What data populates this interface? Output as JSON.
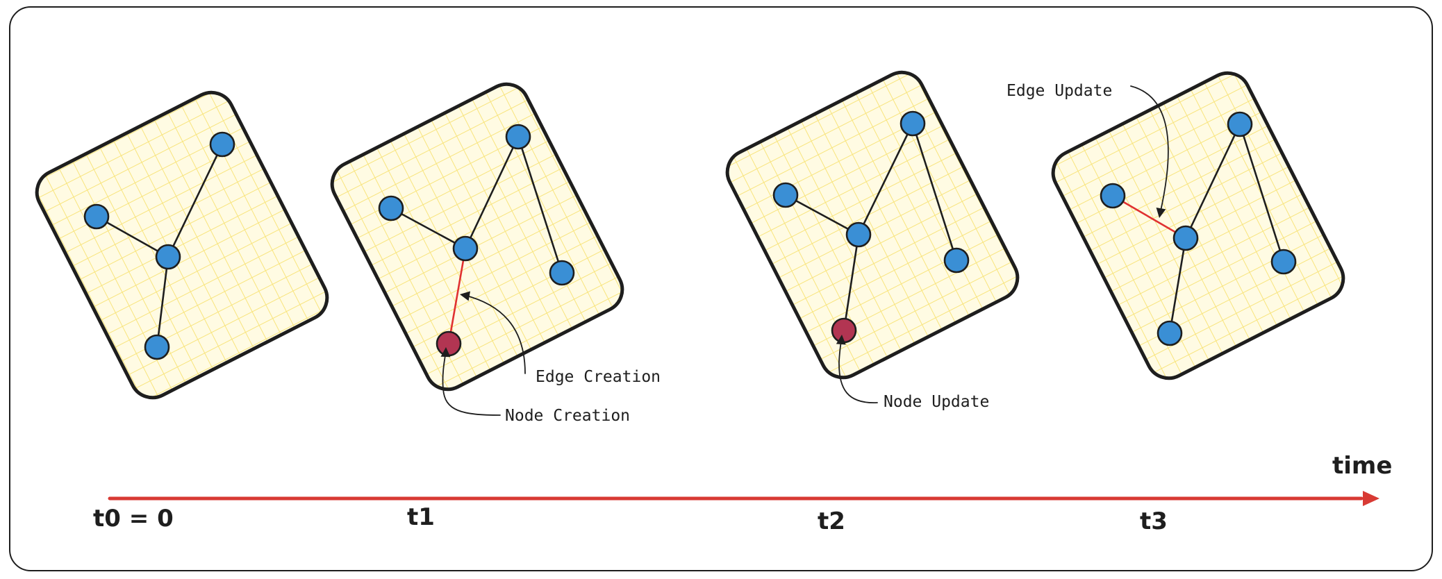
{
  "colors": {
    "node": "#3a8fd5",
    "node_updated": "#b23552",
    "grid_fill": "#fffbe3",
    "grid_line": "#f8e47c",
    "new_edge": "#e03131",
    "timeline": "#d83a34"
  },
  "timeline": {
    "axis_label": "time",
    "ticks": [
      {
        "id": "t0",
        "label": "t0 = 0"
      },
      {
        "id": "t1",
        "label": "t1"
      },
      {
        "id": "t2",
        "label": "t2"
      },
      {
        "id": "t3",
        "label": "t3"
      }
    ]
  },
  "snapshots": [
    {
      "id": "t0",
      "nodes": [
        "a",
        "b",
        "c",
        "d"
      ],
      "edges": [
        [
          "a",
          "b"
        ],
        [
          "b",
          "c"
        ],
        [
          "c",
          "d"
        ]
      ],
      "new_nodes": [],
      "new_edges": []
    },
    {
      "id": "t1",
      "nodes": [
        "a",
        "b",
        "c",
        "d",
        "e",
        "f"
      ],
      "edges": [
        [
          "a",
          "b"
        ],
        [
          "b",
          "c"
        ],
        [
          "c",
          "d"
        ],
        [
          "b",
          "e"
        ],
        [
          "e",
          "f"
        ]
      ],
      "new_nodes": [
        "f"
      ],
      "new_edges": [
        [
          "e",
          "f"
        ]
      ]
    },
    {
      "id": "t2",
      "nodes": [
        "a",
        "b",
        "c",
        "d",
        "e",
        "f"
      ],
      "edges": [
        [
          "a",
          "b"
        ],
        [
          "b",
          "c"
        ],
        [
          "c",
          "d"
        ],
        [
          "b",
          "e"
        ],
        [
          "e",
          "f"
        ]
      ],
      "new_nodes": [
        "f"
      ],
      "new_edges": []
    },
    {
      "id": "t3",
      "nodes": [
        "a",
        "b",
        "c",
        "d",
        "e",
        "f"
      ],
      "edges": [
        [
          "a",
          "b"
        ],
        [
          "b",
          "c"
        ],
        [
          "c",
          "d"
        ],
        [
          "b",
          "e"
        ],
        [
          "e",
          "f"
        ]
      ],
      "new_nodes": [],
      "new_edges": [
        [
          "a",
          "c"
        ]
      ]
    }
  ],
  "annotations": {
    "edge_creation": "Edge Creation",
    "node_creation": "Node Creation",
    "node_update": "Node Update",
    "edge_update": "Edge Update"
  }
}
